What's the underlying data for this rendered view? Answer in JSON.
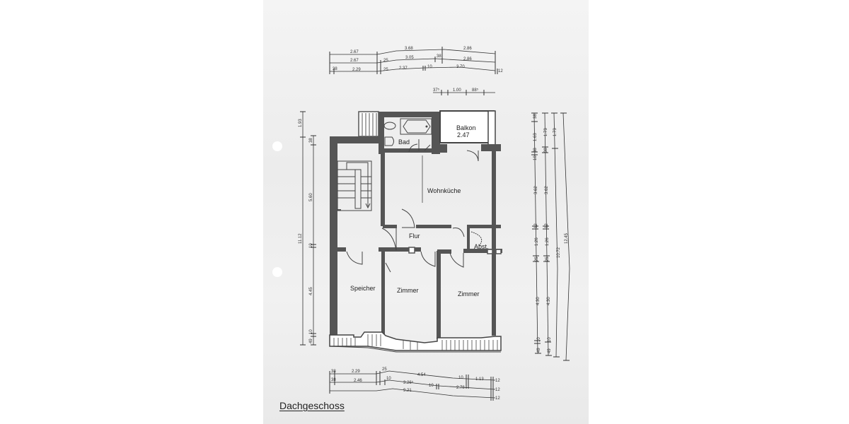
{
  "plan": {
    "title": "Dachgeschoss",
    "rooms": {
      "bad": "Bad",
      "balkon": "Balkon",
      "balkon_area": "2.47",
      "wohnkueche": "Wohnküche",
      "flur": "Flur",
      "abst": "Abst.",
      "speicher": "Speicher",
      "zimmer1": "Zimmer",
      "zimmer2": "Zimmer"
    },
    "top_dimensions": {
      "row1": [
        "2.67",
        "3.68",
        "2.86"
      ],
      "row2": [
        "2.67",
        "25",
        "3.05",
        "38",
        "2.86"
      ],
      "row3": [
        "38",
        "2.29",
        "25",
        "2.37",
        "10",
        "3.70",
        "12"
      ],
      "row4": [
        "37⁵",
        "1.00",
        "88⁵"
      ]
    },
    "bottom_dimensions": {
      "row1": [
        "38",
        "2.29",
        "25",
        "4.54",
        "10",
        "1.13",
        "12"
      ],
      "row2": [
        "38",
        "2.46",
        "10",
        "3.26⁵",
        "10",
        "2.78",
        "12"
      ],
      "row3": [
        "9.21",
        "12"
      ]
    },
    "left_dimensions": {
      "outer": [
        "1.93",
        "11.12"
      ],
      "inner": [
        "38",
        "5.60",
        "10",
        "4.45",
        "10",
        "49"
      ]
    },
    "right_dimensions": {
      "col1": [
        "38",
        "1.63",
        "38",
        "10",
        "3.62",
        "12",
        "1.26",
        "25",
        "4.30",
        "10",
        "49"
      ],
      "col2": [
        "1.73",
        "38",
        "3.62",
        "12",
        "1.26",
        "25",
        "4.30",
        "10",
        "49"
      ],
      "col3": [
        "1.73",
        "10.72"
      ],
      "col4": [
        "12.45"
      ]
    }
  }
}
